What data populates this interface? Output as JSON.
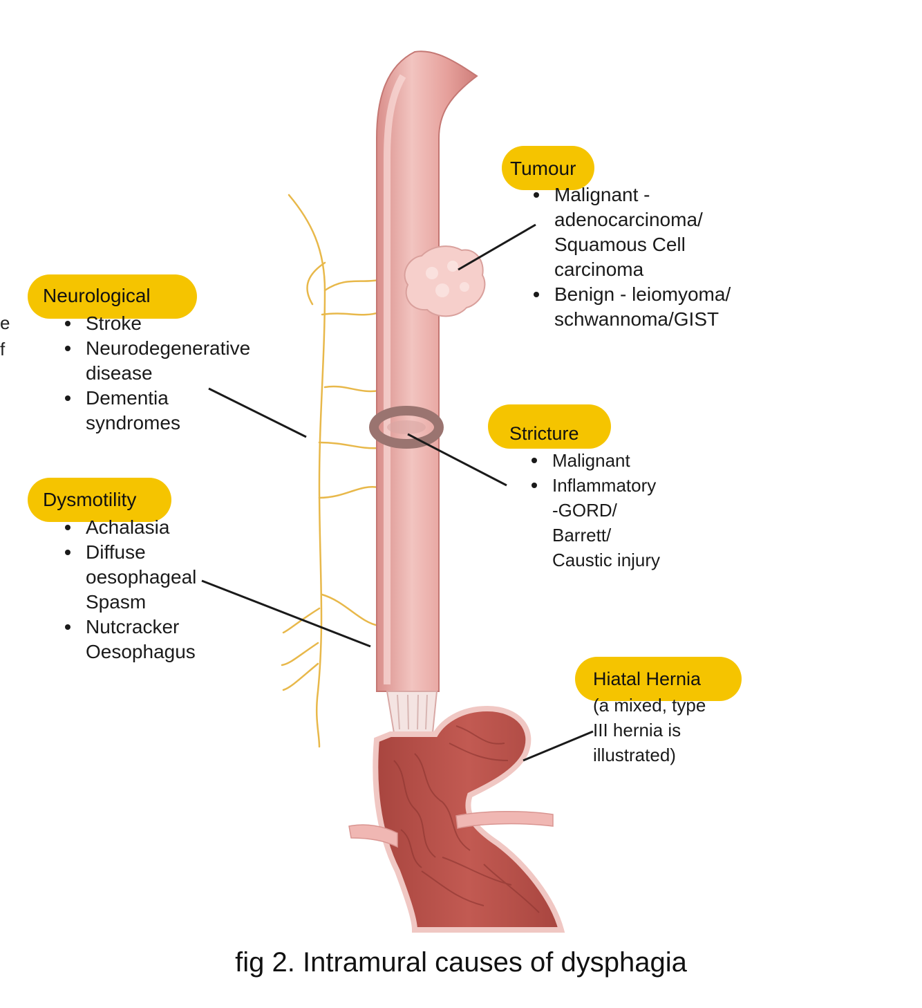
{
  "caption": "fig 2. Intramural causes of dysphagia",
  "edge_fragments": [
    "e",
    "f"
  ],
  "labels": {
    "neurological": {
      "heading": "Neurological",
      "items": [
        "Stroke",
        "Neurodegenerative\ndisease",
        "Dementia\nsyndromes"
      ]
    },
    "dysmotility": {
      "heading": "Dysmotility",
      "items": [
        "Achalasia",
        "Diffuse\noesophageal\nSpasm",
        "Nutcracker\nOesophagus"
      ]
    },
    "tumour": {
      "heading": "Tumour",
      "items": [
        "Malignant -\nadenocarcinoma/\nSquamous Cell\ncarcinoma",
        "Benign - leiomyoma/\nschwannoma/GIST"
      ]
    },
    "stricture": {
      "heading": "Stricture",
      "items": [
        "Malignant",
        "Inflammatory\n-GORD/\nBarrett/\nCaustic injury"
      ]
    },
    "hiatal_hernia": {
      "heading": "Hiatal Hernia",
      "note": "(a mixed, type\nIII hernia is\nillustrated)"
    }
  },
  "colors": {
    "highlight": "#f5c400",
    "oesophagus": "#e8a3a0",
    "mucosa": "#b8524c",
    "nerve": "#e8b84a",
    "tumour": "#f6cfcb",
    "stricture": "#9a7470"
  }
}
